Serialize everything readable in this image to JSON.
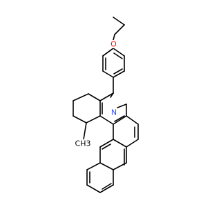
{
  "molecule": {
    "atoms": [
      {
        "id": "N",
        "label": "N",
        "color": "#3050F8"
      },
      {
        "id": "O",
        "label": "O",
        "color": "#FF0D0D"
      },
      {
        "id": "Me",
        "label": "CH3",
        "color": "#000000"
      }
    ]
  }
}
